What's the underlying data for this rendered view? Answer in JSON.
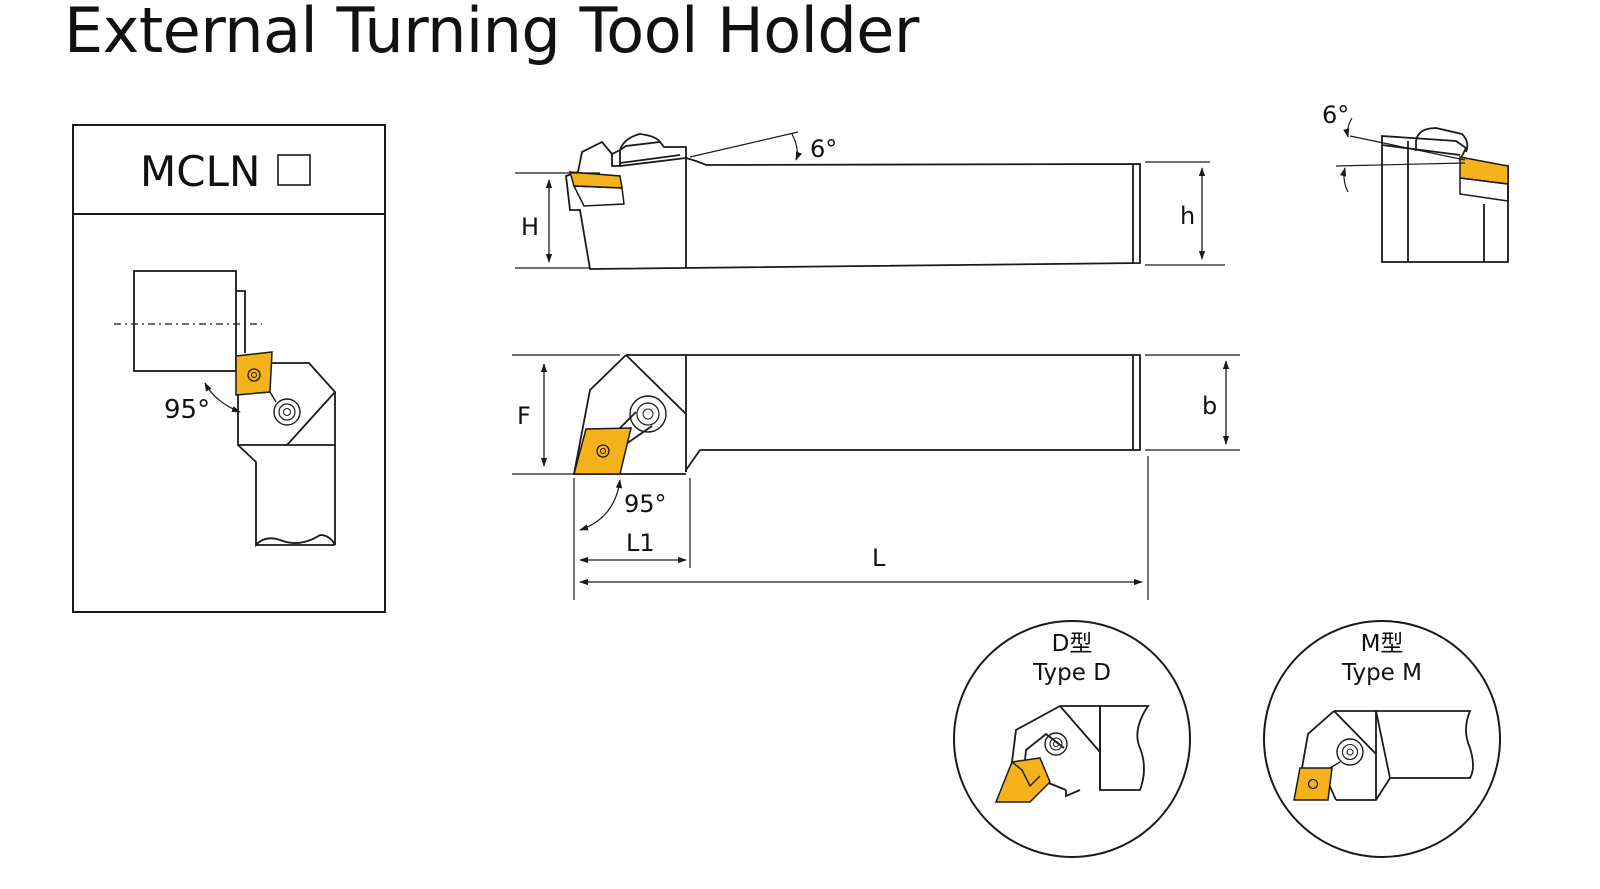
{
  "title": "External Turning Tool Holder",
  "colors": {
    "insert": "#F5B21A",
    "line": "#1a1a1a"
  },
  "model_box": {
    "code": "MCLN",
    "angle": "95°"
  },
  "side_view": {
    "angle": "6°",
    "H": "H",
    "h": "h"
  },
  "top_view": {
    "F": "F",
    "b": "b",
    "angle": "95°",
    "L1": "L1",
    "L": "L"
  },
  "end_view": {
    "angle": "6°"
  },
  "type_d": {
    "label_cn": "D型",
    "label_en": "Type D"
  },
  "type_m": {
    "label_cn": "M型",
    "label_en": "Type M"
  }
}
